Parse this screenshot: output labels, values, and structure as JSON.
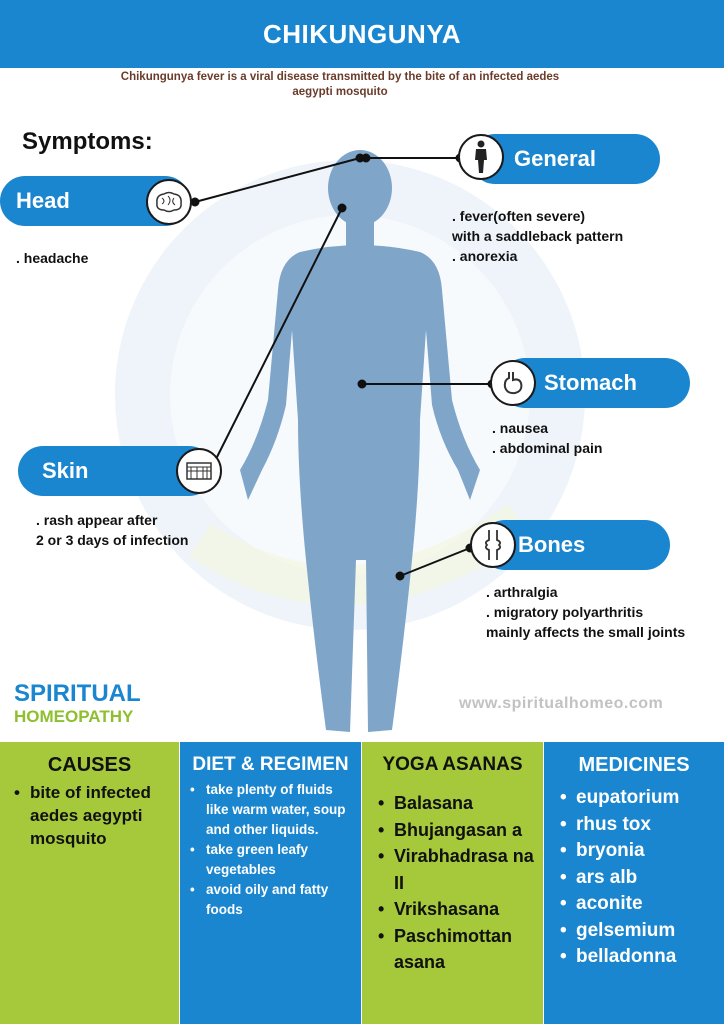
{
  "header": {
    "title": "CHIKUNGUNYA"
  },
  "intro": "Chikungunya fever is a viral disease transmitted by the bite of an infected aedes aegypti mosquito",
  "symptoms": {
    "title": "Symptoms:",
    "head": {
      "label": "Head",
      "items": [
        ". headache"
      ]
    },
    "general": {
      "label": "General",
      "items": [
        ". fever(often severe)",
        "with a saddleback pattern",
        ". anorexia"
      ]
    },
    "stomach": {
      "label": "Stomach",
      "items": [
        ". nausea",
        ". abdominal pain"
      ]
    },
    "skin": {
      "label": "Skin",
      "items": [
        ". rash appear after",
        "2 or 3 days of infection"
      ]
    },
    "bones": {
      "label": "Bones",
      "items": [
        ". arthralgia",
        ". migratory polyarthritis",
        "mainly affects the small joints"
      ]
    }
  },
  "brand": {
    "line1": "SPIRITUAL",
    "line2": "HOMEOPATHY",
    "url": "www.spiritualhomeo.com"
  },
  "sections": {
    "causes": {
      "title": "CAUSES",
      "items": [
        "bite of infected aedes aegypti mosquito"
      ]
    },
    "diet": {
      "title": "DIET & REGIMEN",
      "items": [
        "take plenty of fluids like warm water, soup and other liquids.",
        "take green leafy vegetables",
        "avoid oily and fatty foods"
      ]
    },
    "yoga": {
      "title": "YOGA ASANAS",
      "items": [
        "Balasana",
        "Bhujangasan a",
        "Virabhadrasa na II",
        "Vrikshasana",
        "Paschimottan asana"
      ]
    },
    "medicines": {
      "title": "MEDICINES",
      "items": [
        "eupatorium",
        "rhus tox",
        "bryonia",
        "ars alb",
        "aconite",
        "gelsemium",
        "belladonna"
      ]
    }
  },
  "colors": {
    "blue": "#1a86cf",
    "green": "#a5c93a",
    "body": "#7fa6c9"
  }
}
